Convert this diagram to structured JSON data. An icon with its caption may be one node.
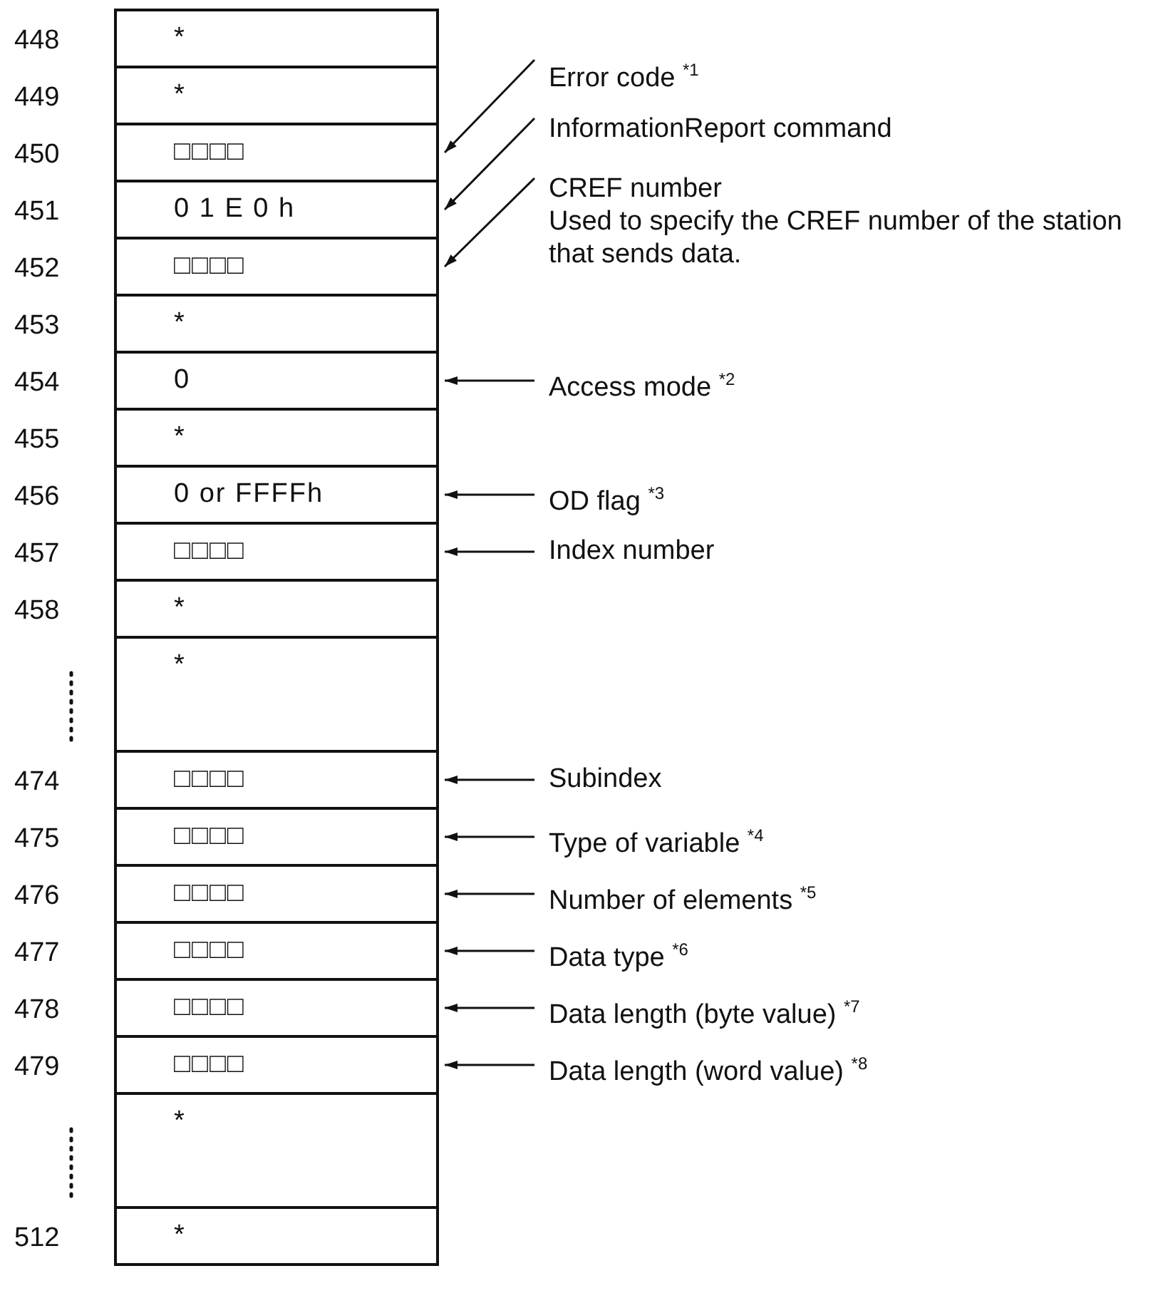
{
  "diagram": {
    "nodes": [
      {
        "text": [
          "*"
        ],
        "beside": [
          "448"
        ]
      },
      {
        "text": [
          "*"
        ],
        "beside": [
          "449"
        ]
      },
      {
        "text": [
          "□□□□"
        ],
        "beside": [
          "450"
        ]
      },
      {
        "text": [
          "0 1 E 0 h"
        ],
        "beside": [
          "451"
        ]
      },
      {
        "text": [
          "□□□□"
        ],
        "beside": [
          "452"
        ]
      },
      {
        "text": [
          "*"
        ],
        "beside": [
          "453"
        ]
      },
      {
        "text": [
          "0"
        ],
        "beside": [
          "454"
        ]
      },
      {
        "text": [
          "*"
        ],
        "beside": [
          "455"
        ]
      },
      {
        "text": [
          "0 or FFFFh"
        ],
        "beside": [
          "456"
        ]
      },
      {
        "text": [
          "□□□□"
        ],
        "beside": [
          "457"
        ]
      },
      {
        "text": [
          "*"
        ],
        "beside": [
          "458"
        ]
      },
      {
        "text": [
          "*"
        ]
      },
      {
        "text": [
          "□□□□"
        ],
        "beside": [
          "474"
        ]
      },
      {
        "text": [
          "□□□□"
        ],
        "beside": [
          "475"
        ]
      },
      {
        "text": [
          "□□□□"
        ],
        "beside": [
          "476"
        ]
      },
      {
        "text": [
          "□□□□"
        ],
        "beside": [
          "477"
        ]
      },
      {
        "text": [
          "□□□□"
        ],
        "beside": [
          "478"
        ]
      },
      {
        "text": [
          "□□□□"
        ],
        "beside": [
          "479"
        ]
      },
      {
        "text": [
          "*"
        ]
      },
      {
        "text": [
          "*"
        ],
        "beside": [
          "512"
        ]
      },
      {
        "text": [
          "Error code $^{*1}$"
        ]
      },
      {
        "text": [
          "InformationReport command"
        ]
      },
      {
        "text": [
          "CREF number",
          "Used to specify the CREF number of the station that sends data."
        ]
      },
      {
        "text": [
          "Access mode $^{*2}$"
        ]
      },
      {
        "text": [
          "OD flag $^{*3}$"
        ]
      },
      {
        "text": [
          "Index number"
        ]
      },
      {
        "text": [
          "Subindex"
        ]
      },
      {
        "text": [
          "Type of variable $^{*4}$"
        ]
      },
      {
        "text": [
          "Number of elements $^{*5}$"
        ]
      },
      {
        "text": [
          "Data type $^{*6}$"
        ]
      },
      {
        "text": [
          "Data length (byte value) $^{*7}$"
        ]
      },
      {
        "text": [
          "Data length (word value) $^{*8}$"
        ]
      }
    ],
    "edges": [
      {
        "from": 20,
        "to": 2,
        "arrow": "to"
      },
      {
        "from": 21,
        "to": 3,
        "arrow": "to"
      },
      {
        "from": 22,
        "to": 4,
        "arrow": "to"
      },
      {
        "from": 23,
        "to": 6,
        "arrow": "to"
      },
      {
        "from": 24,
        "to": 8,
        "arrow": "to"
      },
      {
        "from": 25,
        "to": 9,
        "arrow": "to"
      },
      {
        "from": 26,
        "to": 12,
        "arrow": "to"
      },
      {
        "from": 27,
        "to": 13,
        "arrow": "to"
      },
      {
        "from": 28,
        "to": 14,
        "arrow": "to"
      },
      {
        "from": 29,
        "to": 15,
        "arrow": "to"
      },
      {
        "from": 30,
        "to": 16,
        "arrow": "to"
      },
      {
        "from": 31,
        "to": 17,
        "arrow": "to"
      }
    ]
  }
}
